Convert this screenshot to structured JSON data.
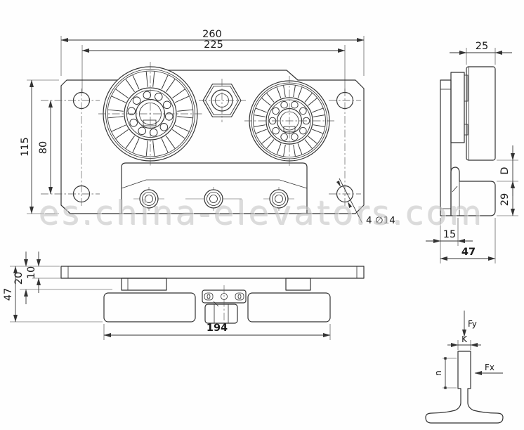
{
  "watermark_text": "es.china-elevators.com",
  "front_view": {
    "dim_overall_width": "260",
    "dim_hole_spacing_horizontal": "225",
    "dim_overall_height": "115",
    "dim_hole_spacing_vertical": "80",
    "hole_callout": "4 ∅14"
  },
  "side_view": {
    "dim_roller_thickness": "25",
    "dim_clearance": "D",
    "dim_shoe_height": "29",
    "dim_plate_offset": "15",
    "dim_overall_depth": "47"
  },
  "bottom_view": {
    "dim_plate_thickness": "10",
    "dim_bracket_depth": "20",
    "dim_overall_height": "47",
    "dim_roller_span": "194"
  },
  "rail_profile": {
    "force_vertical_label": "Fy",
    "dim_rail_width": "K",
    "dim_blade_height": "n",
    "force_lateral_label": "Fx"
  }
}
